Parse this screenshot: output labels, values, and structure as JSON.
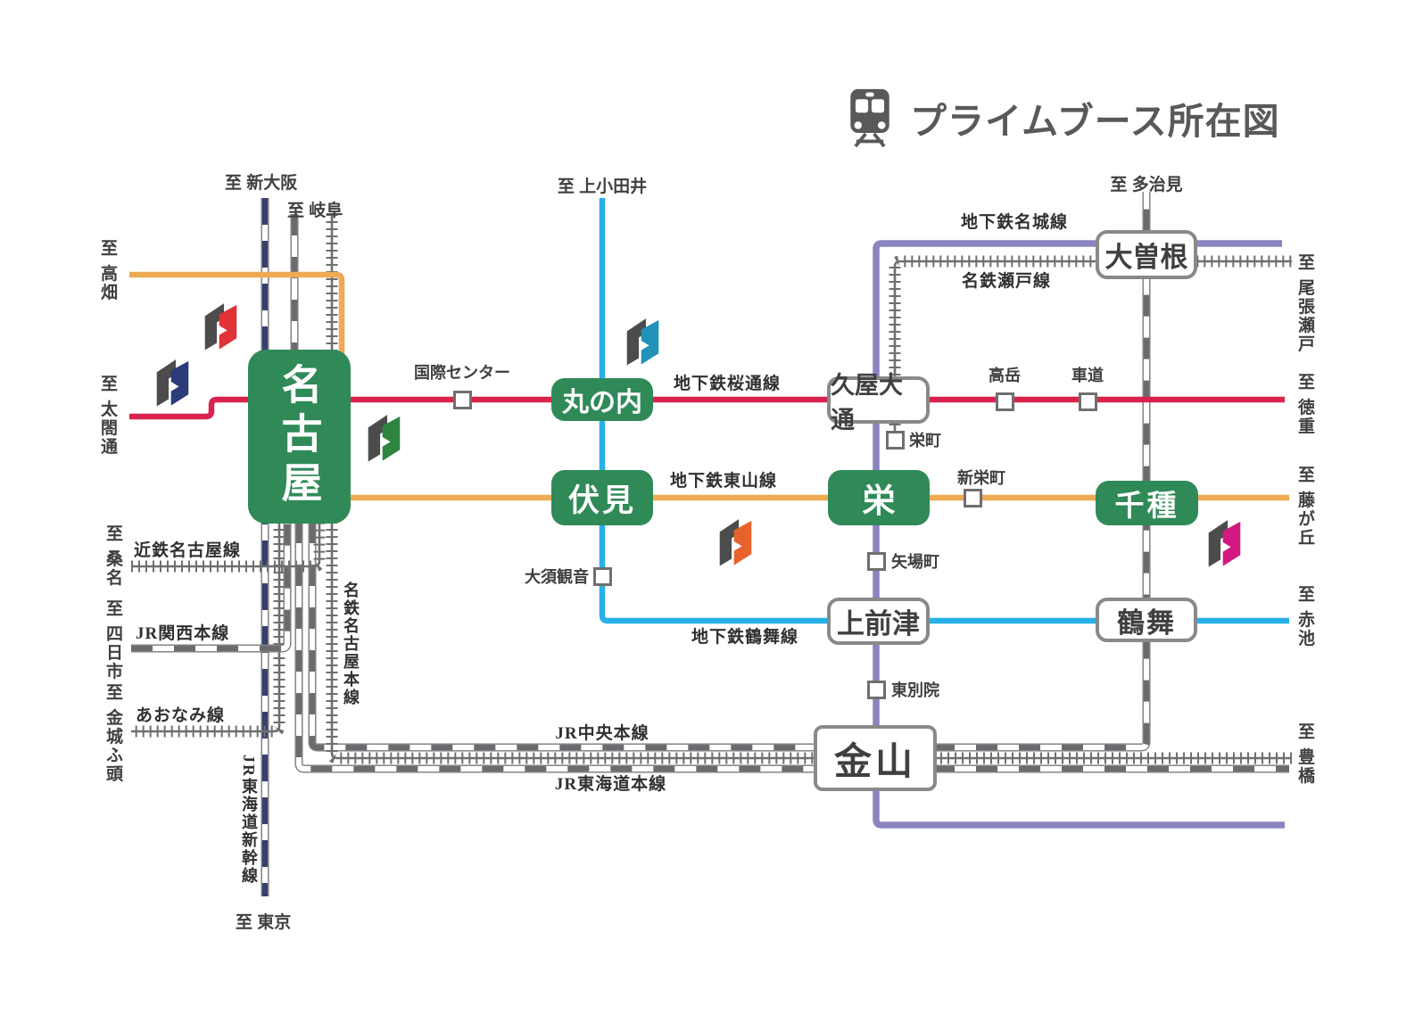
{
  "title": {
    "label": "プライムブース所在図",
    "icon": "train-icon"
  },
  "colors": {
    "station_green": "#2f8a58",
    "station_text_dark": "#3f3f3f",
    "white_box_border": "#898989",
    "square_border": "#6f6f6f",
    "rail_outline": "#7a7a7a",
    "jr_dash": "#6b6b6f",
    "private_hatch": "#6f6f6f",
    "title_gray": "#595959",
    "logo_gray": "#4c4c4c"
  },
  "lines": {
    "sakuradori": {
      "label": "地下鉄桜通線",
      "color": "#d9234e"
    },
    "higashiyama": {
      "label": "地下鉄東山線",
      "color": "#eeab53"
    },
    "tsurumai": {
      "label": "地下鉄鶴舞線",
      "color": "#27b1e8"
    },
    "meijo": {
      "label": "地下鉄名城線",
      "color": "#8a84c0"
    },
    "seto": {
      "label": "名鉄瀬戸線"
    },
    "chuo": {
      "label": "JR中央本線"
    },
    "tokaido": {
      "label": "JR東海道本線"
    },
    "kansai": {
      "label": "JR関西本線"
    },
    "kintetsu": {
      "label": "近鉄名古屋線"
    },
    "aonami": {
      "label": "あおなみ線"
    },
    "meitetsu_honsen": {
      "label": "名鉄名古屋本線"
    },
    "shinkansen": {
      "label": "JR東海道新幹線",
      "color": "#36406d"
    }
  },
  "stations": {
    "nagoya": "名古屋",
    "marunouchi": "丸の内",
    "fushimi": "伏見",
    "sakae": "栄",
    "chikusa": "千種",
    "hisaya_odori": "久屋大通",
    "ozone": "大曽根",
    "kamimaezu": "上前津",
    "tsurumai": "鶴舞",
    "kanayama": "金山"
  },
  "minor_stations": {
    "kokusai_center": "国際センター",
    "takaoka": "高岳",
    "kurumamichi": "車道",
    "sakaemachi": "栄町",
    "shin_sakaemachi": "新栄町",
    "osu_kannon": "大須観音",
    "yabacho": "矢場町",
    "higashi_betsuin": "東別院"
  },
  "edge_labels": {
    "shin_osaka": "至 新大阪",
    "gifu": "至 岐阜",
    "kamiotai": "至 上小田井",
    "tajimi": "至 多治見",
    "takabata": "至 高畑",
    "taikodori": "至 太閤通",
    "kuwana": "至 桑名",
    "yokkaichi": "至 四日市",
    "kinjofuto": "至 金城ふ頭",
    "tokyo": "至 東京",
    "owari_seto": "至 尾張瀬戸",
    "tokushige": "至 徳重",
    "fujigaoka": "至 藤が丘",
    "akaike": "至 赤池",
    "toyohashi": "至 豊橋"
  },
  "logos": {
    "red": {
      "color": "#e03238"
    },
    "navy": {
      "color": "#2c3b79"
    },
    "green": {
      "color": "#2e8540"
    },
    "teal": {
      "color": "#2193b8"
    },
    "orange": {
      "color": "#e8632c"
    },
    "magenta": {
      "color": "#d1197f"
    }
  }
}
